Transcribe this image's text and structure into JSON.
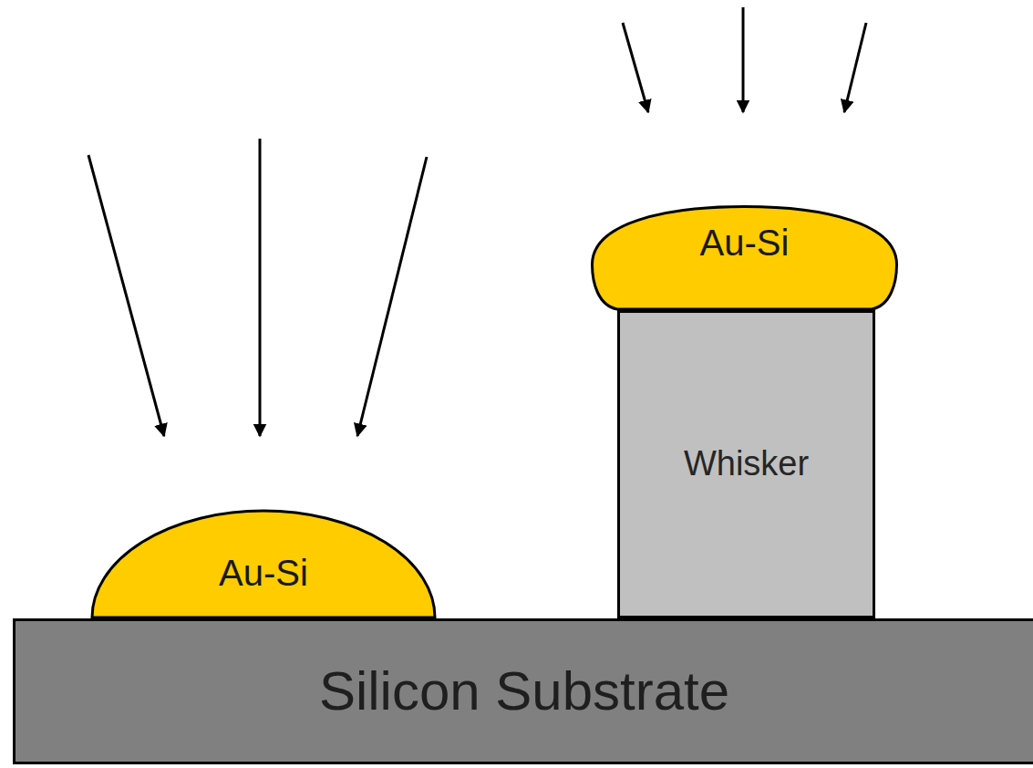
{
  "diagram": {
    "nodes": [
      {
        "text": [
          "Au-Si"
        ]
      },
      {
        "text": [
          "Au-Si"
        ]
      },
      {
        "text": [
          "Whisker"
        ]
      },
      {
        "text": [
          "Silicon Substrate"
        ]
      }
    ]
  }
}
